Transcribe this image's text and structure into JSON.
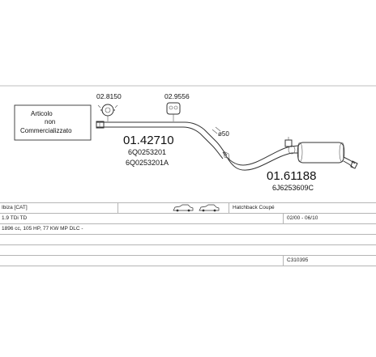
{
  "notice": {
    "line1": "Articolo",
    "line2": "non",
    "line3": "Commercializzato"
  },
  "parts": {
    "clamp_code": "02.8150",
    "hanger_code": "02.9556",
    "pipe_number": "01.42710",
    "pipe_oem_1": "6Q0253201",
    "pipe_oem_2": "6Q0253201A",
    "diameter": "ø50",
    "muffler_number": "01.61188",
    "muffler_oem": "6J6253609C"
  },
  "table": {
    "model": "Ibiza [CAT]",
    "body_type": "Hatchback Coupé",
    "engine": "1.9 TDi TD",
    "years": "02/00 - 06/10",
    "spec": "1896 cc, 105 HP, 77 KW MP DLC -",
    "code": "C310395"
  }
}
